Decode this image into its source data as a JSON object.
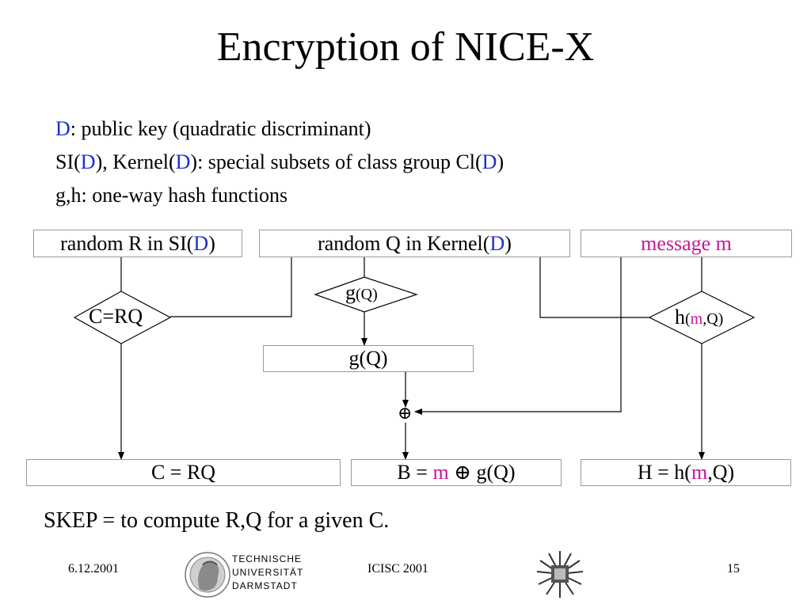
{
  "title": "Encryption of NICE-X",
  "definitions": {
    "line1": {
      "sym": "D",
      "rest": ": public key (quadratic discriminant)"
    },
    "line2": {
      "a": "SI(",
      "b": "D",
      "c": "), Kernel(",
      "d": "D",
      "e": "):  special subsets of class group Cl(",
      "f": "D",
      "g": ")"
    },
    "line3": "g,h: one-way hash functions"
  },
  "boxes": {
    "random_r": {
      "pre": "random R in SI(",
      "sym": "D",
      "post": ")"
    },
    "random_q": {
      "pre": "random Q in Kernel(",
      "sym": "D",
      "post": ")"
    },
    "message": "message m",
    "gq": "g(Q)",
    "c_out": "C = RQ",
    "b_out": {
      "pre": "B = ",
      "sym": "m",
      "post": " ⊕ g(Q)"
    },
    "h_out": {
      "pre": "H = h(",
      "sym": "m",
      "post": ",Q)"
    }
  },
  "diamonds": {
    "c_rq": "C=RQ",
    "g": {
      "pre": "g",
      "post": "(Q)"
    },
    "h": {
      "pre": "h",
      "open": "(",
      "sym": "m",
      "post": ",Q)"
    }
  },
  "xor_symbol": "⊕",
  "skep": "SKEP = to compute R,Q for a given C.",
  "footer": {
    "date": "6.12.2001",
    "university": [
      "TECHNISCHE",
      "UNIVERSITÄT",
      "DARMSTADT"
    ],
    "conference": "ICISC 2001",
    "page": "15"
  },
  "colors": {
    "blue": "#1f2fcf",
    "magenta": "#c8159a",
    "box_border": "#9a9a9a"
  }
}
